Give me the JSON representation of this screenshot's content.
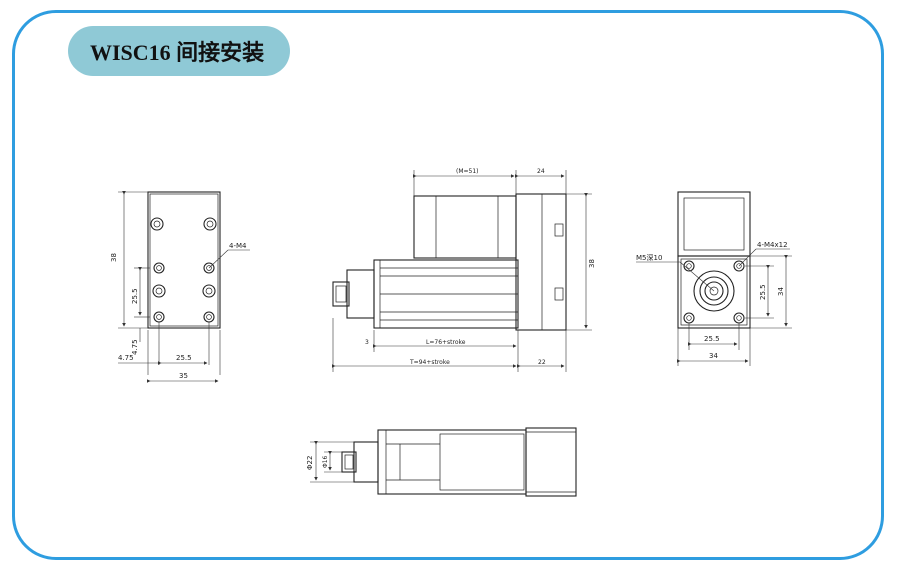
{
  "title": "WISC16 间接安装",
  "front_view": {
    "height_label": "38",
    "vspacing_label": "25.5",
    "offset_label": "4.75",
    "hspacing_label": "25.5",
    "width_label": "35",
    "hole_label": "4-M4"
  },
  "side_view": {
    "motor_length_label": "(M=51)",
    "motor_width_label": "24",
    "height_label": "38",
    "body_length_label": "L=76+stroke",
    "step_label": "3",
    "total_length_label": "T=94+stroke",
    "end_length_label": "22"
  },
  "end_view": {
    "rod_thread_label": "M5深10",
    "hole_label": "4-M4x12",
    "vspacing_label": "25.5",
    "height_label": "34",
    "hspacing_label": "25.5",
    "width_label": "34"
  },
  "top_view": {
    "outer_dia_label": "Φ22",
    "inner_dia_label": "Φ16"
  }
}
